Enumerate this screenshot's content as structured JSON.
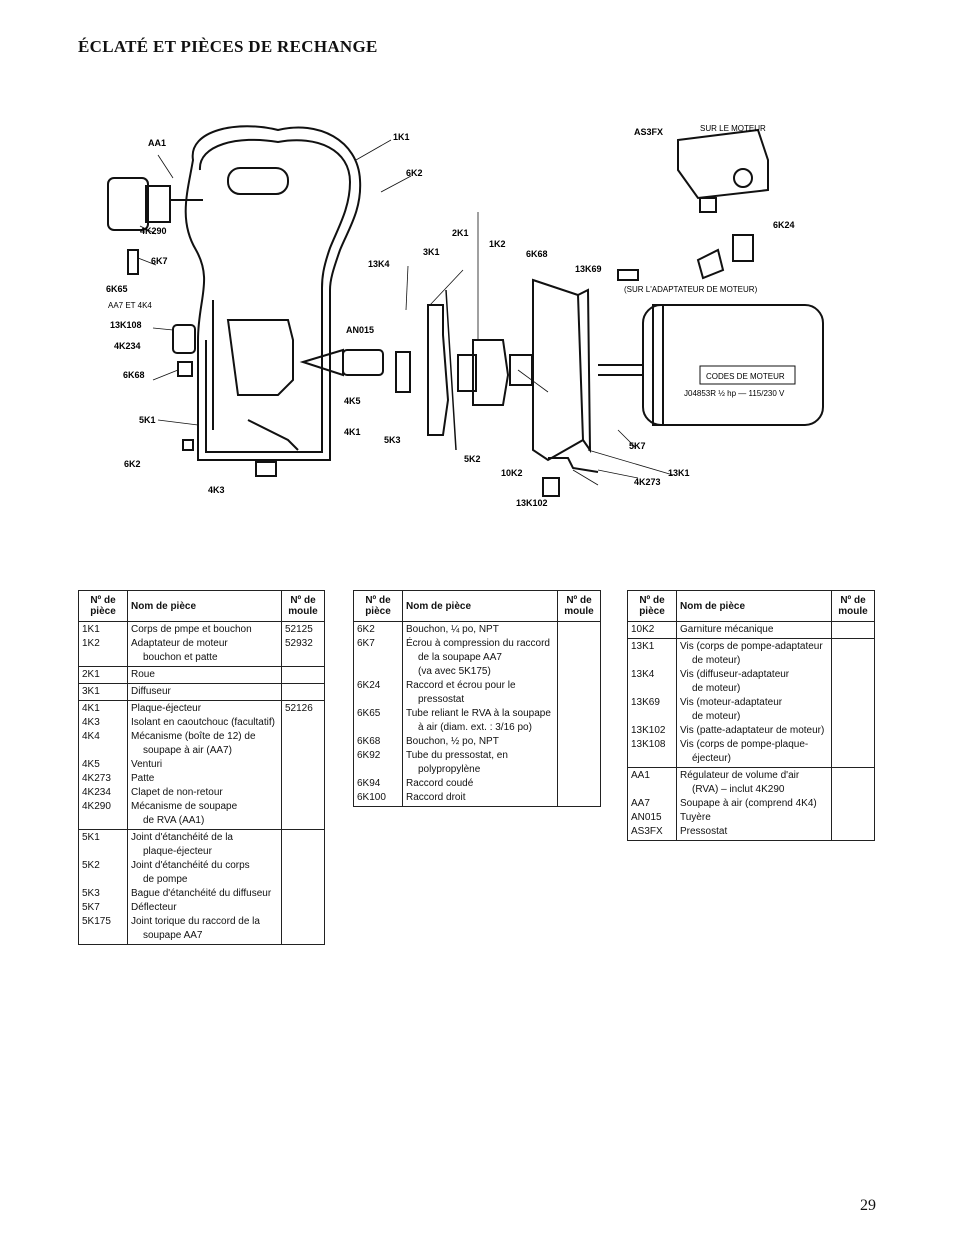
{
  "page": {
    "title": "ÉCLATÉ ET PIÈCES DE RECHANGE",
    "page_number": "29"
  },
  "diagram": {
    "labels": {
      "AA1": "AA1",
      "1K1": "1K1",
      "6K2": "6K2",
      "4K290": "4K290",
      "6K7": "6K7",
      "6K65": "6K65",
      "AA7_4K4": "AA7 ET 4K4",
      "13K108": "13K108",
      "4K234": "4K234",
      "6K68_left": "6K68",
      "5K1": "5K1",
      "6K2_bottom": "6K2",
      "4K3": "4K3",
      "13K4": "13K4",
      "3K1": "3K1",
      "2K1": "2K1",
      "1K2": "1K2",
      "6K68_right": "6K68",
      "13K69": "13K69",
      "AN015": "AN015",
      "4K5": "4K5",
      "4K1": "4K1",
      "5K3": "5K3",
      "5K2": "5K2",
      "10K2": "10K2",
      "13K102": "13K102",
      "5K7": "5K7",
      "4K273": "4K273",
      "13K1": "13K1",
      "AS3FX": "AS3FX",
      "sur_moteur": "SUR LE MOTEUR",
      "6K24": "6K24",
      "sur_adaptateur": "(SUR L'ADAPTATEUR DE MOTEUR)",
      "codes_moteur": "CODES DE MOTEUR",
      "motor_model": "J04853R ½ hp — 115/230 V"
    }
  },
  "tables": [
    {
      "headers": {
        "no": "Nº de pièce",
        "name": "Nom de pièce",
        "mold": "Nº de moule"
      },
      "groups": [
        {
          "rows": [
            {
              "no": "1K1",
              "name": [
                "Corps de pmpe et bouchon"
              ],
              "mold": "52125"
            },
            {
              "no": "1K2",
              "name": [
                "Adaptateur de moteur",
                "bouchon et patte"
              ],
              "mold": "52932"
            }
          ]
        },
        {
          "rows": [
            {
              "no": "2K1",
              "name": [
                "Roue"
              ],
              "mold": ""
            }
          ]
        },
        {
          "rows": [
            {
              "no": "3K1",
              "name": [
                "Diffuseur"
              ],
              "mold": ""
            }
          ]
        },
        {
          "rows": [
            {
              "no": "4K1",
              "name": [
                "Plaque-éjecteur"
              ],
              "mold": "52126"
            },
            {
              "no": "4K3",
              "name": [
                "Isolant en caoutchouc (facultatif)"
              ],
              "mold": ""
            },
            {
              "no": "4K4",
              "name": [
                "Mécanisme (boîte de 12) de",
                "soupape à air (AA7)"
              ],
              "mold": ""
            },
            {
              "no": "4K5",
              "name": [
                "Venturi"
              ],
              "mold": ""
            },
            {
              "no": "4K273",
              "name": [
                "Patte"
              ],
              "mold": ""
            },
            {
              "no": "4K234",
              "name": [
                "Clapet de non-retour"
              ],
              "mold": ""
            },
            {
              "no": "4K290",
              "name": [
                "Mécanisme de soupape",
                "de RVA (AA1)"
              ],
              "mold": ""
            }
          ]
        },
        {
          "rows": [
            {
              "no": "5K1",
              "name": [
                "Joint d'étanchéité de la",
                "plaque-éjecteur"
              ],
              "mold": ""
            },
            {
              "no": "5K2",
              "name": [
                "Joint d'étanchéité du corps",
                "de pompe"
              ],
              "mold": ""
            },
            {
              "no": "5K3",
              "name": [
                "Bague d'étanchéité du diffuseur"
              ],
              "mold": ""
            },
            {
              "no": "5K7",
              "name": [
                "Déflecteur"
              ],
              "mold": ""
            },
            {
              "no": "5K175",
              "name": [
                "Joint torique du raccord de la",
                "soupape AA7"
              ],
              "mold": ""
            }
          ]
        }
      ]
    },
    {
      "headers": {
        "no": "Nº de pièce",
        "name": "Nom de pièce",
        "mold": "Nº de moule"
      },
      "groups": [
        {
          "rows": [
            {
              "no": "6K2",
              "name": [
                "Bouchon, ¼ po, NPT"
              ],
              "mold": ""
            },
            {
              "no": "6K7",
              "name": [
                "Écrou à compression du raccord",
                "de la soupape AA7",
                "(va avec 5K175)"
              ],
              "mold": ""
            },
            {
              "no": "6K24",
              "name": [
                "Raccord et écrou pour le",
                "pressostat"
              ],
              "mold": ""
            },
            {
              "no": "6K65",
              "name": [
                "Tube reliant le RVA à la soupape",
                "à air (diam. ext. : 3/16 po)"
              ],
              "mold": ""
            },
            {
              "no": "6K68",
              "name": [
                "Bouchon, ½ po, NPT"
              ],
              "mold": ""
            },
            {
              "no": "6K92",
              "name": [
                "Tube du pressostat, en",
                "polypropylène"
              ],
              "mold": ""
            },
            {
              "no": "6K94",
              "name": [
                "Raccord coudé"
              ],
              "mold": ""
            },
            {
              "no": "6K100",
              "name": [
                "Raccord droit"
              ],
              "mold": ""
            }
          ]
        }
      ]
    },
    {
      "headers": {
        "no": "Nº de pièce",
        "name": "Nom de pièce",
        "mold": "Nº de moule"
      },
      "groups": [
        {
          "rows": [
            {
              "no": "10K2",
              "name": [
                "Garniture mécanique"
              ],
              "mold": ""
            }
          ]
        },
        {
          "rows": [
            {
              "no": "13K1",
              "name": [
                "Vis (corps de pompe-adaptateur",
                "de moteur)"
              ],
              "mold": ""
            },
            {
              "no": "13K4",
              "name": [
                "Vis (diffuseur-adaptateur",
                "de moteur)"
              ],
              "mold": ""
            },
            {
              "no": "13K69",
              "name": [
                "Vis (moteur-adaptateur",
                "de moteur)"
              ],
              "mold": ""
            },
            {
              "no": "13K102",
              "name": [
                "Vis (patte-adaptateur de moteur)"
              ],
              "mold": ""
            },
            {
              "no": "13K108",
              "name": [
                "Vis (corps de pompe-plaque-",
                "éjecteur)"
              ],
              "mold": ""
            }
          ]
        },
        {
          "rows": [
            {
              "no": "AA1",
              "name": [
                "Régulateur de volume d'air",
                "(RVA) – inclut 4K290"
              ],
              "mold": ""
            },
            {
              "no": "AA7",
              "name": [
                "Soupape à air (comprend 4K4)"
              ],
              "mold": ""
            },
            {
              "no": "AN015",
              "name": [
                "Tuyère"
              ],
              "mold": ""
            },
            {
              "no": "AS3FX",
              "name": [
                "Pressostat"
              ],
              "mold": ""
            }
          ]
        }
      ]
    }
  ]
}
